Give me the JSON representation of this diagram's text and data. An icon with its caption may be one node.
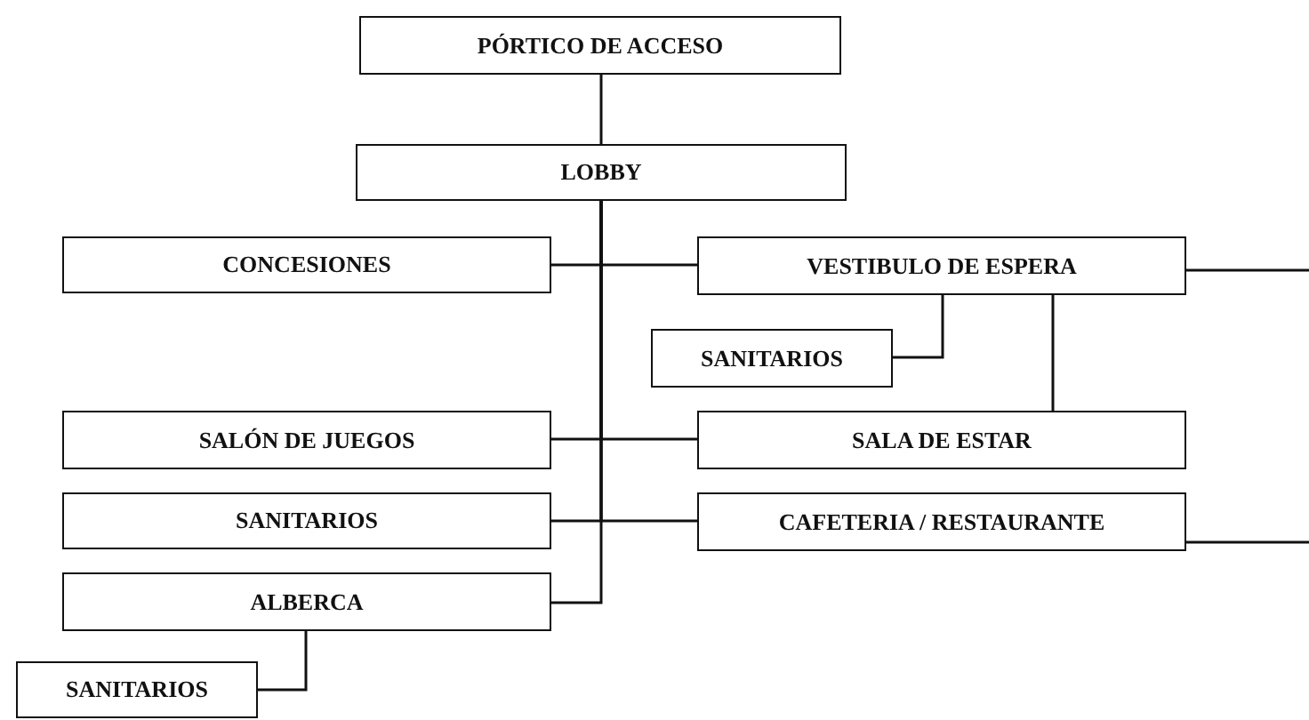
{
  "diagram": {
    "nodes": [
      {
        "text": [
          "PÓRTICO DE ACCESO"
        ]
      },
      {
        "text": [
          "LOBBY"
        ]
      },
      {
        "text": [
          "CONCESIONES"
        ]
      },
      {
        "text": [
          "VESTIBULO DE ESPERA"
        ]
      },
      {
        "text": [
          "SANITARIOS"
        ]
      },
      {
        "text": [
          "SALÓN DE JUEGOS"
        ]
      },
      {
        "text": [
          "SALA DE ESTAR"
        ]
      },
      {
        "text": [
          "SANITARIOS"
        ]
      },
      {
        "text": [
          "CAFETERIA / RESTAURANTE"
        ]
      },
      {
        "text": [
          "ALBERCA"
        ]
      },
      {
        "text": [
          "SANITARIOS"
        ]
      }
    ],
    "edges": [
      {
        "from": 0,
        "to": 1,
        "arrow": "none"
      },
      {
        "from": 1,
        "to": 2,
        "arrow": "none"
      },
      {
        "from": 1,
        "to": 3,
        "arrow": "none"
      },
      {
        "from": 1,
        "to": 5,
        "arrow": "none"
      },
      {
        "from": 1,
        "to": 6,
        "arrow": "none"
      },
      {
        "from": 1,
        "to": 7,
        "arrow": "none"
      },
      {
        "from": 1,
        "to": 8,
        "arrow": "none"
      },
      {
        "from": 1,
        "to": 9,
        "arrow": "none"
      },
      {
        "from": 3,
        "to": 4,
        "arrow": "none"
      },
      {
        "from": 3,
        "to": 6,
        "arrow": "none"
      },
      {
        "from": 3,
        "to": null,
        "arrow": "none"
      },
      {
        "from": 8,
        "to": null,
        "arrow": "none"
      },
      {
        "from": 9,
        "to": 10,
        "arrow": "none"
      }
    ]
  }
}
